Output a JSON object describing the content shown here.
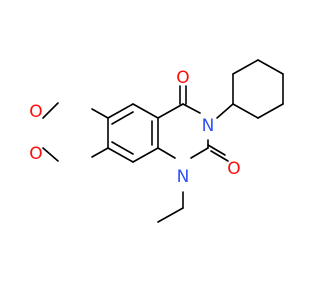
{
  "molecule": {
    "atoms": {
      "o4": "O",
      "o2": "O",
      "n3": "N",
      "n1": "N",
      "o6": "O",
      "o7": "O"
    },
    "colors": {
      "bond": "#000000",
      "oxygen": "#ff0d0d",
      "nitrogen": "#3050f8",
      "background": "#ffffff"
    }
  }
}
